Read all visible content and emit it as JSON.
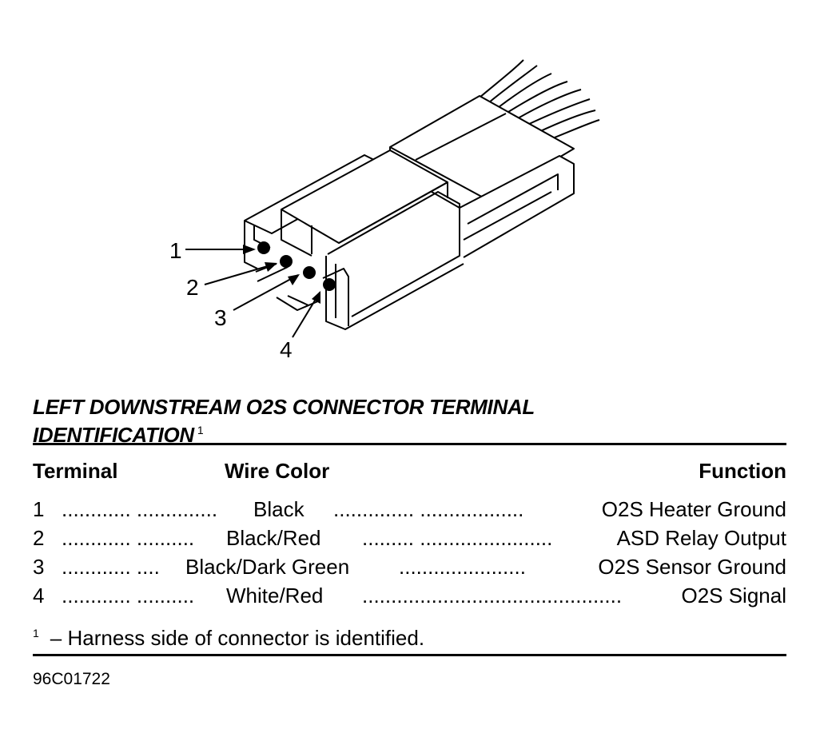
{
  "callouts": [
    "1",
    "2",
    "3",
    "4"
  ],
  "title_line1": "LEFT DOWNSTREAM O2S CONNECTOR TERMINAL",
  "title_line2": "IDENTIFICATION",
  "title_footnote_mark": "1",
  "headers": {
    "terminal": "Terminal",
    "wire_color": "Wire Color",
    "function": "Function"
  },
  "rows": [
    {
      "terminal": "1",
      "dots1": "............ ..............",
      "wire_color": "Black",
      "dots2": ".............. ..................",
      "function": "O2S Heater Ground"
    },
    {
      "terminal": "2",
      "dots1": "............ ..........",
      "wire_color": "Black/Red",
      "dots2": "......... .......................",
      "function": "ASD Relay Output"
    },
    {
      "terminal": "3",
      "dots1": "............ ....",
      "wire_color": "Black/Dark Green",
      "dots2": "......................",
      "function": "O2S Sensor Ground"
    },
    {
      "terminal": "4",
      "dots1": "............ ..........",
      "wire_color": "White/Red",
      "dots2": ".............................................",
      "function": "O2S Signal"
    }
  ],
  "footnote_mark": "1",
  "footnote_text": "–  Harness side of connector is identified.",
  "figure_id": "96C01722"
}
